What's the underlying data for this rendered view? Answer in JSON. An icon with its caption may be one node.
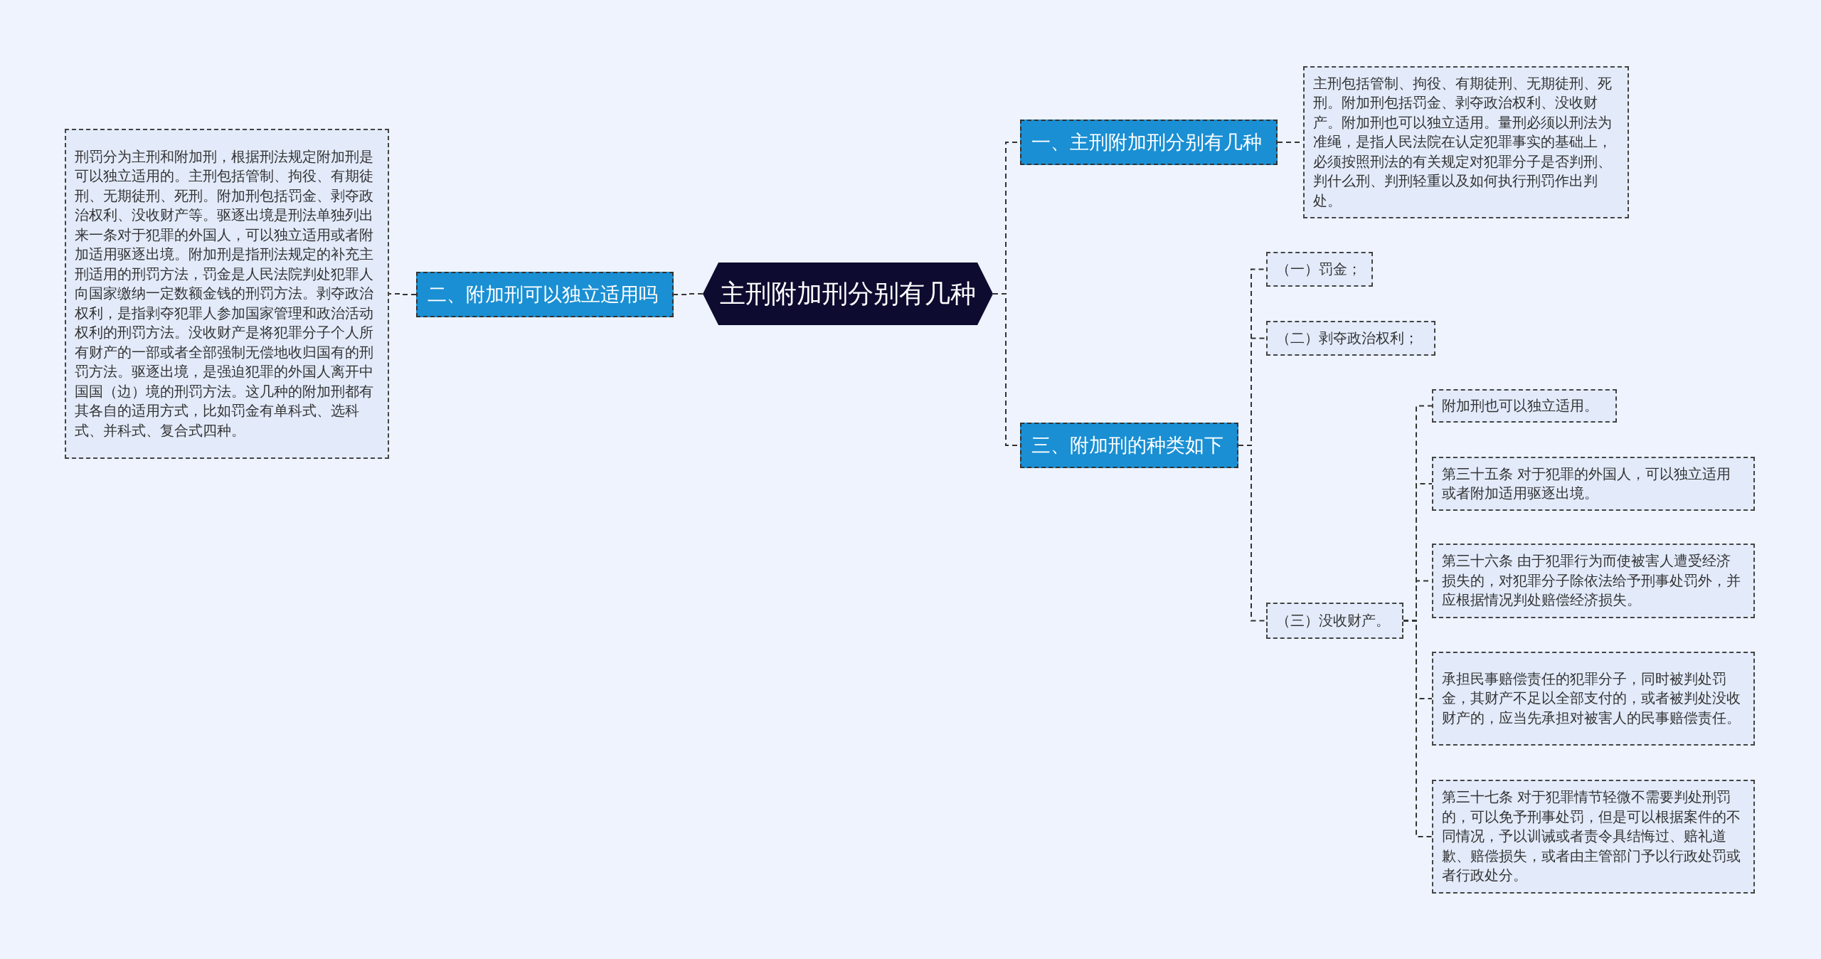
{
  "diagram": {
    "nodes": [
      {
        "text": [
          "主刑附加刑分别有几种"
        ]
      },
      {
        "text": [
          "一、主刑附加刑分别有几种"
        ]
      },
      {
        "text": [
          "主刑包括管制、拘役、有期徒刑、无期徒刑、死刑。附加刑包括罚金、剥夺政治权利、没收财产。附加刑也可以独立适用。量刑必须以刑法为准绳，是指人民法院在认定犯罪事实的基础上，必须按照刑法的有关规定对犯罪分子是否判刑、判什么刑、判刑轻重以及如何执行刑罚作出判处。"
        ]
      },
      {
        "text": [
          "二、附加刑可以独立适用吗"
        ]
      },
      {
        "text": [
          "刑罚分为主刑和附加刑，根据刑法规定附加刑是可以独立适用的。主刑包括管制、拘役、有期徒刑、无期徒刑、死刑。附加刑包括罚金、剥夺政治权利、没收财产等。驱逐出境是刑法单独列出来一条对于犯罪的外国人，可以独立适用或者附加适用驱逐出境。附加刑是指刑法规定的补充主刑适用的刑罚方法，罚金是人民法院判处犯罪人向国家缴纳一定数额金钱的刑罚方法。剥夺政治权利，是指剥夺犯罪人参加国家管理和政治活动权利的刑罚方法。没收财产是将犯罪分子个人所有财产的一部或者全部强制无偿地收归国有的刑罚方法。驱逐出境，是强迫犯罪的外国人离开中国国（边）境的刑罚方法。这几种的附加刑都有其各自的适用方式，比如罚金有单科式、选科式、并科式、复合式四种。"
        ]
      },
      {
        "text": [
          "三、附加刑的种类如下"
        ]
      },
      {
        "text": [
          "（一）罚金；"
        ]
      },
      {
        "text": [
          "（二）剥夺政治权利；"
        ]
      },
      {
        "text": [
          "（三）没收财产。"
        ]
      },
      {
        "text": [
          "附加刑也可以独立适用。"
        ]
      },
      {
        "text": [
          "第三十五条 对于犯罪的外国人，可以独立适用或者附加适用驱逐出境。"
        ]
      },
      {
        "text": [
          "第三十六条 由于犯罪行为而使被害人遭受经济损失的，对犯罪分子除依法给予刑事处罚外，并应根据情况判处赔偿经济损失。"
        ]
      },
      {
        "text": [
          "承担民事赔偿责任的犯罪分子，同时被判处罚金，其财产不足以全部支付的，或者被判处没收财产的，应当先承担对被害人的民事赔偿责任。"
        ]
      },
      {
        "text": [
          "第三十七条 对于犯罪情节轻微不需要判处刑罚的，可以免予刑事处罚，但是可以根据案件的不同情况，予以训诫或者责令具结悔过、赔礼道歉、赔偿损失，或者由主管部门予以行政处罚或者行政处分。"
        ]
      }
    ],
    "edges": [
      {
        "from": 0,
        "to": 1,
        "arrow": "none"
      },
      {
        "from": 0,
        "to": 3,
        "arrow": "none"
      },
      {
        "from": 0,
        "to": 5,
        "arrow": "none"
      },
      {
        "from": 1,
        "to": 2,
        "arrow": "none"
      },
      {
        "from": 3,
        "to": 4,
        "arrow": "none"
      },
      {
        "from": 5,
        "to": 6,
        "arrow": "none"
      },
      {
        "from": 5,
        "to": 7,
        "arrow": "none"
      },
      {
        "from": 5,
        "to": 8,
        "arrow": "none"
      },
      {
        "from": 8,
        "to": 9,
        "arrow": "none"
      },
      {
        "from": 8,
        "to": 10,
        "arrow": "none"
      },
      {
        "from": 8,
        "to": 11,
        "arrow": "none"
      },
      {
        "from": 8,
        "to": 12,
        "arrow": "none"
      },
      {
        "from": 8,
        "to": 13,
        "arrow": "none"
      }
    ]
  }
}
